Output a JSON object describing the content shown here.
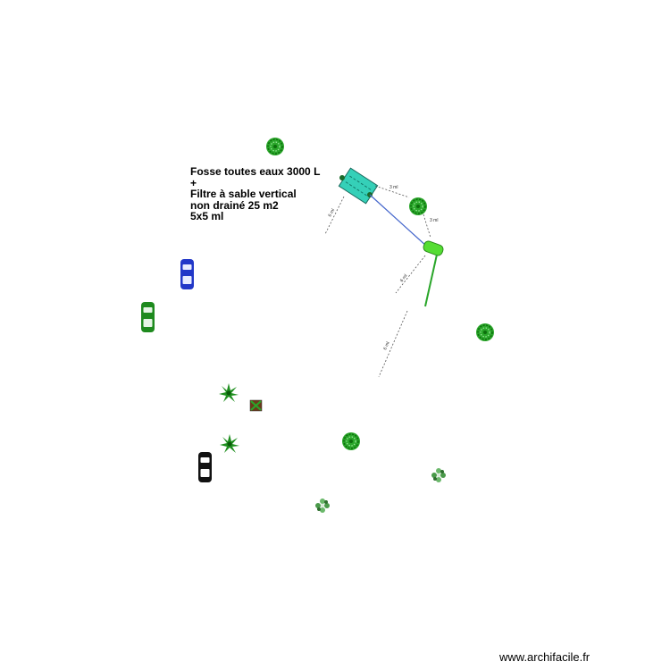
{
  "annotation": {
    "line1": "Fosse toutes eaux 3000 L",
    "line2": "+",
    "line3": "Filtre à sable vertical",
    "line4": "non drainé 25 m2",
    "line5": "5x5 ml"
  },
  "dimensions": {
    "fosse_tree": "3 ml",
    "tree_filter": "3 ml",
    "fosse_left": "6 ml",
    "filter_down": "6 ml",
    "lower_line": "6 ml"
  },
  "credit": "www.archifacile.fr",
  "colors": {
    "fosse": "#35d0b8",
    "filter": "#55dd33",
    "pipe": "#4466cc",
    "tree": "#1aa01a",
    "car_blue": "#2238c8",
    "car_green": "#1e8a1e",
    "car_black": "#111111"
  }
}
